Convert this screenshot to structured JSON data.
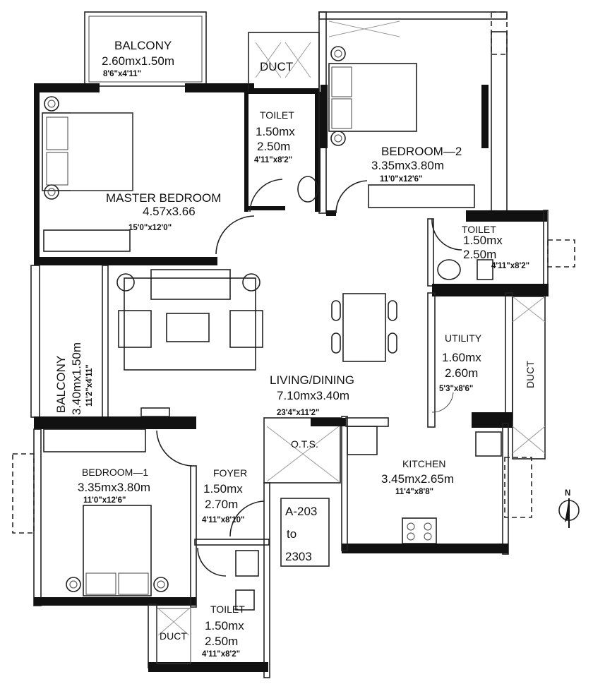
{
  "rooms": {
    "balcony_top": {
      "name": "BALCONY",
      "metric": "2.60mx1.50m",
      "imperial": "8'6\"x4'11\""
    },
    "master_bedroom": {
      "name": "MASTER  BEDROOM",
      "metric": "4.57x3.66",
      "imperial": "15'0\"x12'0\""
    },
    "toilet_master": {
      "name": "TOILET",
      "line1": "1.50mx",
      "line2": "2.50m",
      "imperial": "4'11\"x8'2\""
    },
    "duct_top": {
      "name": "DUCT"
    },
    "bedroom_2": {
      "name": "BEDROOM—2",
      "metric": "3.35mx3.80m",
      "imperial": "11'0\"x12'6\""
    },
    "toilet_right": {
      "name": "TOILET",
      "line1": "1.50mx",
      "line2": "2.50m",
      "imperial": "4'11\"x8'2\""
    },
    "balcony_left": {
      "name": "BALCONY",
      "metric": "3.40mx1.50m",
      "imperial": "11'2\"x4'11\""
    },
    "living_dining": {
      "name": "LIVING/DINING",
      "metric": "7.10mx3.40m",
      "imperial": "23'4\"x11'2\""
    },
    "utility": {
      "name": "UTILITY",
      "line1": "1.60mx",
      "line2": "2.60m",
      "imperial": "5'3\"x8'6\""
    },
    "duct_right": {
      "name": "DUCT"
    },
    "ots": {
      "name": "O.T.S."
    },
    "kitchen": {
      "name": "KITCHEN",
      "metric": "3.45mx2.65m",
      "imperial": "11'4\"x8'8\""
    },
    "bedroom_1": {
      "name": "BEDROOM—1",
      "metric": "3.35mx3.80m",
      "imperial": "11'0\"x12'6\""
    },
    "foyer": {
      "name": "FOYER",
      "line1": "1.50mx",
      "line2": "2.70m",
      "imperial": "4'11\"x8'10\""
    },
    "toilet_bottom": {
      "name": "TOILET",
      "line1": "1.50mx",
      "line2": "2.50m",
      "imperial": "4'11\"x8'2\""
    },
    "duct_bottom": {
      "name": "DUCT"
    }
  },
  "unit_label": {
    "line1": "A-203",
    "line2": "to",
    "line3": "2303"
  },
  "north": "N",
  "colors": {
    "wall": "#111111",
    "line": "#222222",
    "background": "#ffffff"
  }
}
